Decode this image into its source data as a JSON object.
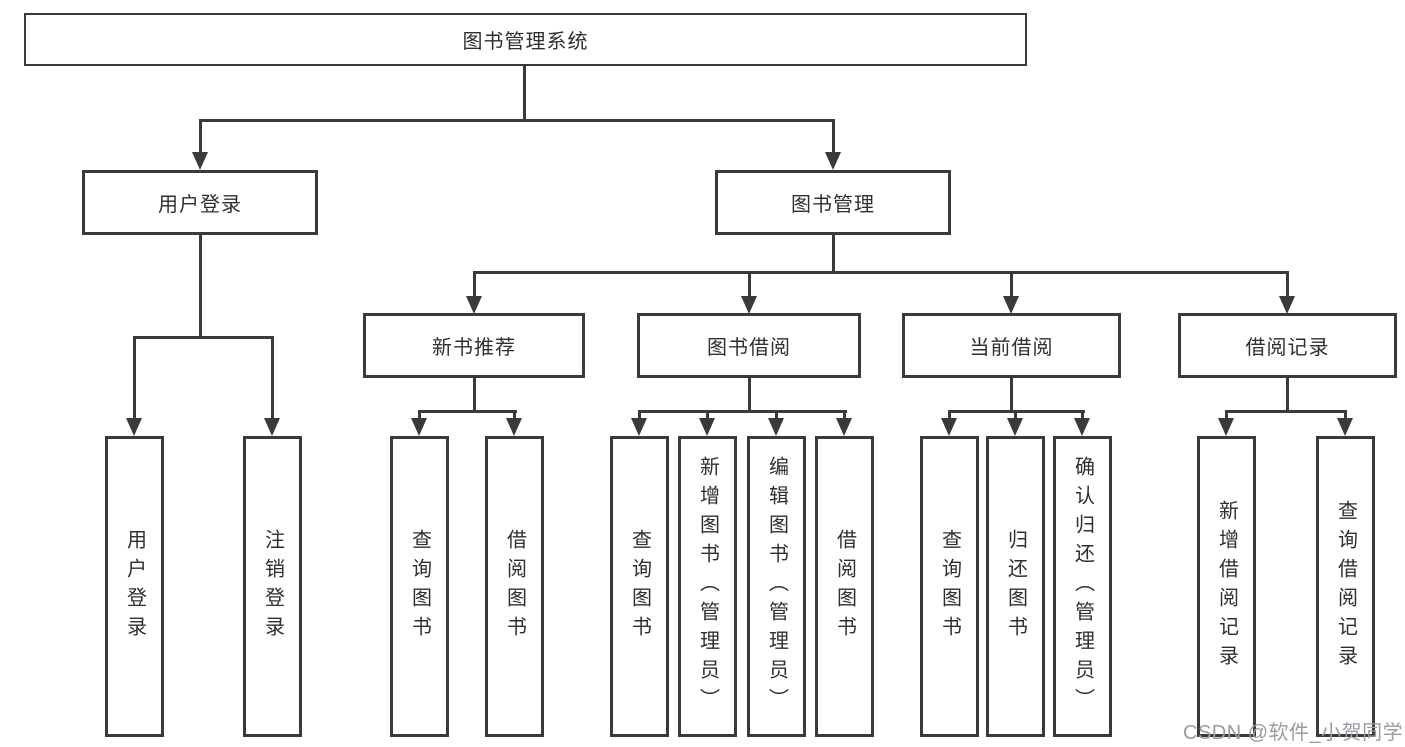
{
  "diagram": {
    "title": "图书管理系统",
    "level2": [
      {
        "label": "用户登录"
      },
      {
        "label": "图书管理"
      }
    ],
    "level3": [
      {
        "label": "新书推荐"
      },
      {
        "label": "图书借阅"
      },
      {
        "label": "当前借阅"
      },
      {
        "label": "借阅记录"
      }
    ],
    "leaves": {
      "user_login": [
        {
          "label": "用户登录"
        },
        {
          "label": "注销登录"
        }
      ],
      "new_book_recommend": [
        {
          "label": "查询图书"
        },
        {
          "label": "借阅图书"
        }
      ],
      "book_borrow": [
        {
          "label": "查询图书"
        },
        {
          "label": "新增图书（管理员）"
        },
        {
          "label": "编辑图书（管理员）"
        },
        {
          "label": "借阅图书"
        }
      ],
      "current_borrow": [
        {
          "label": "查询图书"
        },
        {
          "label": "归还图书"
        },
        {
          "label": "确认归还（管理员）"
        }
      ],
      "borrow_records": [
        {
          "label": "新增借阅记录"
        },
        {
          "label": "查询借阅记录"
        }
      ]
    },
    "watermark": "CSDN @软件_小贺同学",
    "colors": {
      "line": "#3a3a3a",
      "text": "#2f2f2f",
      "watermark": "#9b9ba3",
      "background": "#ffffff"
    }
  }
}
